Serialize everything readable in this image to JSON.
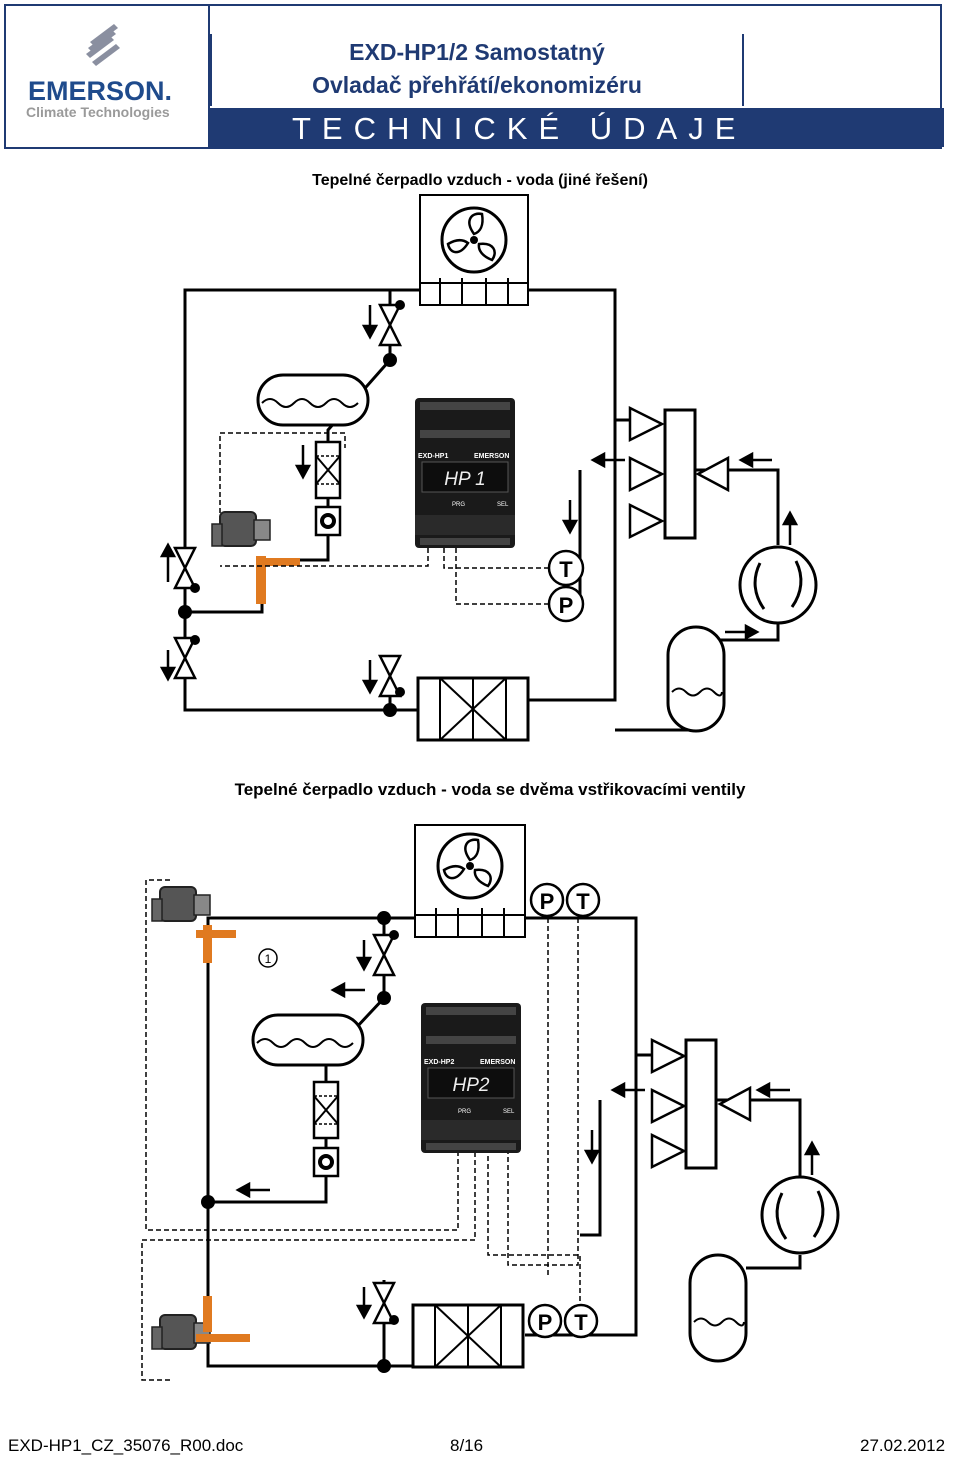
{
  "header": {
    "logo_word": "EMERSON.",
    "logo_sub": "Climate Technologies",
    "title_line1": "EXD-HP1/2 Samostatný",
    "title_line2": "Ovladač přehřátí/ekonomizéru",
    "band": "TECHNICKÉ ÚDAJE"
  },
  "diagram1": {
    "caption": "Tepelné čerpadlo vzduch - voda (jiné řešení)",
    "controller_model": "EXD-HP1",
    "controller_brand": "EMERSON",
    "display": "HP 1",
    "btn_prg": "PRG",
    "btn_sel": "SEL",
    "sensor_t": "T",
    "sensor_p": "P"
  },
  "diagram2": {
    "caption": "Tepelné čerpadlo vzduch - voda se dvěma vstřikovacími ventily",
    "controller_model": "EXD-HP2",
    "controller_brand": "EMERSON",
    "display": "HP2",
    "btn_prg": "PRG",
    "btn_sel": "SEL",
    "sensor_p": "P",
    "sensor_t": "T",
    "marker": "1"
  },
  "footer": {
    "doc": "EXD-HP1_CZ_35076_R00.doc",
    "page": "8/16",
    "date": "27.02.2012"
  },
  "colors": {
    "brand": "#1f3a73",
    "pipe_orange": "#e07a20"
  }
}
